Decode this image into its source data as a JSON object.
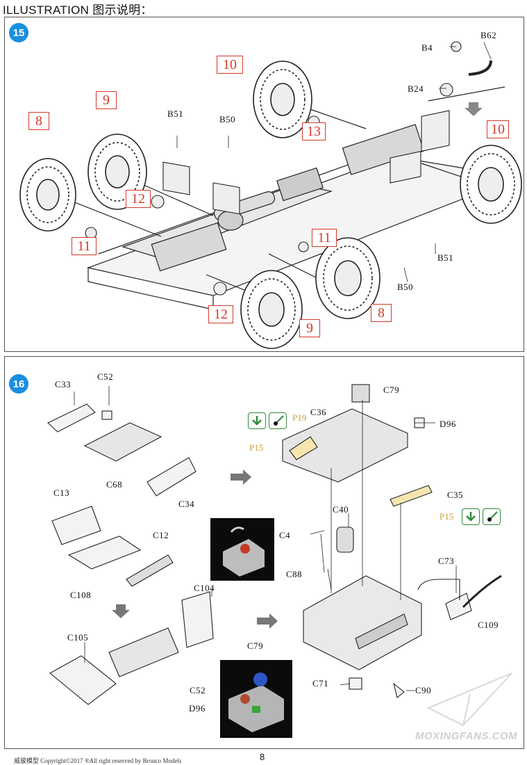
{
  "header": {
    "title": "ILLUSTRATION 图示说明："
  },
  "step15": {
    "number": "15",
    "red_labels": {
      "l10a": "10",
      "l10b": "10",
      "l9a": "9",
      "l8a": "8",
      "l13": "13",
      "l12a": "12",
      "l11a": "11",
      "l11b": "11",
      "l12b": "12",
      "l8b": "8",
      "l9b": "9"
    },
    "labels": {
      "b4": "B4",
      "b62": "B62",
      "b24": "B24",
      "b51a": "B51",
      "b50a": "B50",
      "b51b": "B51",
      "b50b": "B50"
    }
  },
  "step16": {
    "number": "16",
    "labels": {
      "c33": "C33",
      "c52": "C52",
      "c68": "C68",
      "c34": "C34",
      "c13": "C13",
      "c12": "C12",
      "c108": "C108",
      "c104": "C104",
      "c105": "C105",
      "c79": "C79",
      "c36": "C36",
      "d96": "D96",
      "c35": "C35",
      "c40": "C40",
      "c4": "C4",
      "c88": "C88",
      "c73": "C73",
      "c109": "C109",
      "c71": "C71",
      "c90": "C90",
      "ph_c79": "C79",
      "ph_c52": "C52",
      "ph_d96": "D96"
    },
    "yellow_labels": {
      "p19": "P19",
      "p15a": "P15",
      "p15b": "P15"
    }
  },
  "footer": {
    "left": "威骏模型  Copyright©2017  ®All right reserved by Bronco Models",
    "page": "8",
    "watermark": "MOXINGFANS.COM"
  },
  "colors": {
    "accent_blue": "#1a8fe0",
    "part_red": "#d43a2a",
    "paint_yellow": "#c9a030",
    "icon_green": "#2e8b3a"
  }
}
